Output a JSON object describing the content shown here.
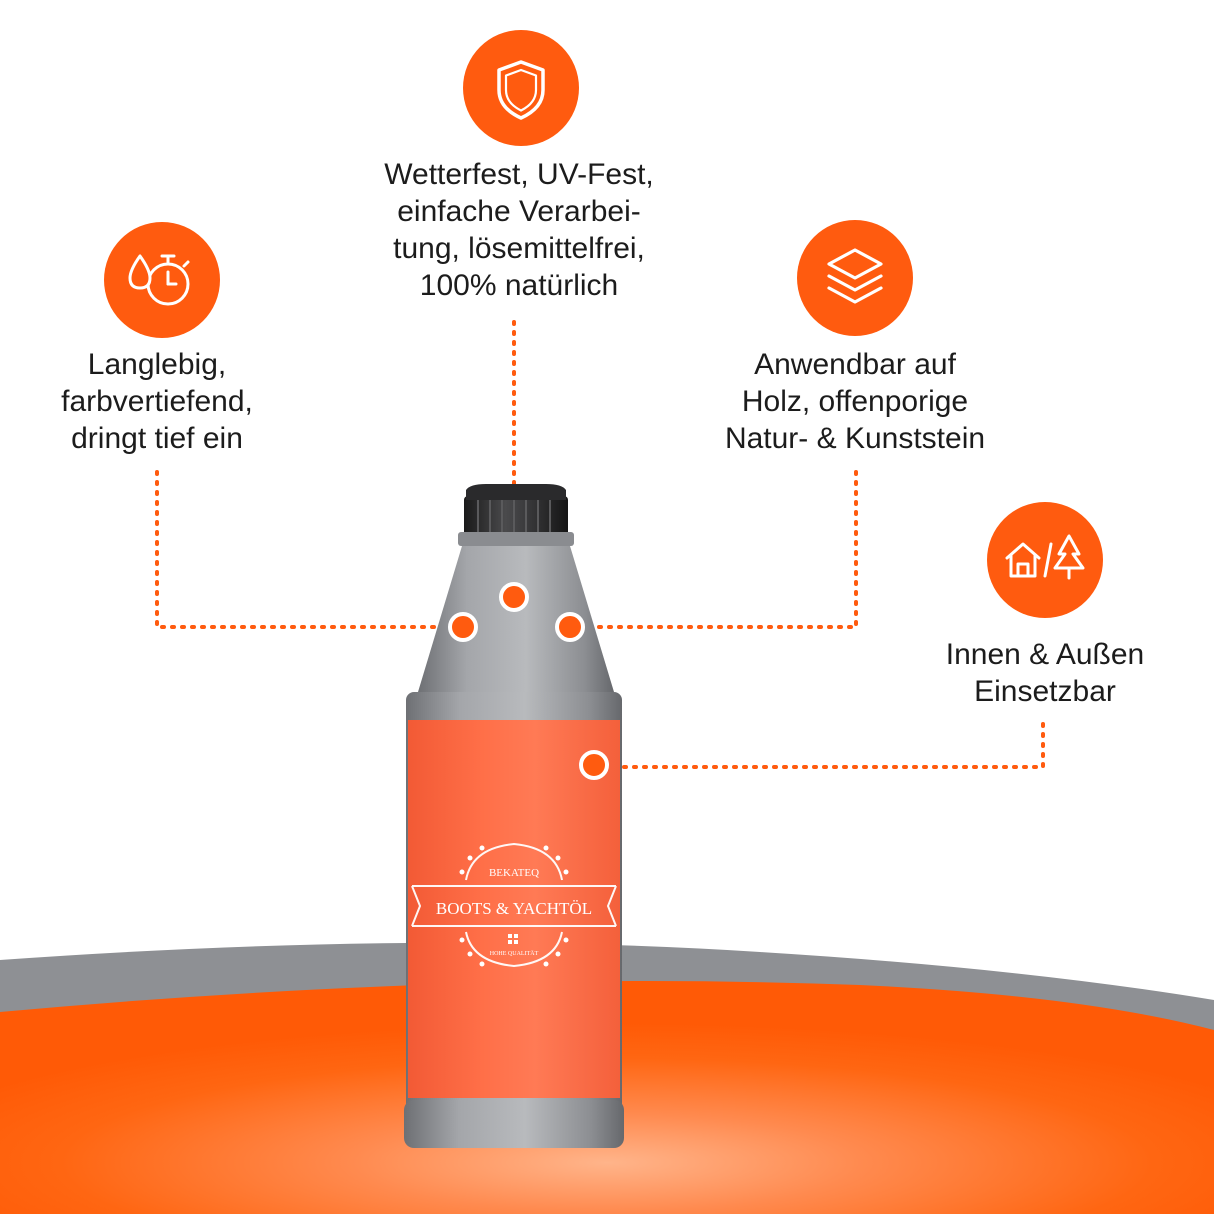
{
  "colors": {
    "accent": "#ff5b0f",
    "text": "#1c1c1c",
    "bottle_grey": "#8e9094",
    "label_orange": "#ff6a42"
  },
  "features": {
    "weather": {
      "icon": "shield-icon",
      "lines": [
        "Wetterfest, UV-Fest,",
        "einfache Verarbei-",
        "tung, lösemittelfrei,",
        "100% natürlich"
      ]
    },
    "durable": {
      "icon": "drop-stopwatch-icon",
      "lines": [
        "Langlebig,",
        "farbvertiefend,",
        "dringt tief ein"
      ]
    },
    "surfaces": {
      "icon": "layers-icon",
      "lines": [
        "Anwendbar auf",
        "Holz, offenporige",
        "Natur- & Kunststein"
      ]
    },
    "indoor_outdoor": {
      "icon": "house-tree-icon",
      "lines": [
        "Innen & Außen",
        "Einsetzbar"
      ]
    }
  },
  "product": {
    "brand": "BEKATEQ",
    "name": "BOOTS & YACHTÖL",
    "quality": "HOHE QUALITÄT"
  }
}
